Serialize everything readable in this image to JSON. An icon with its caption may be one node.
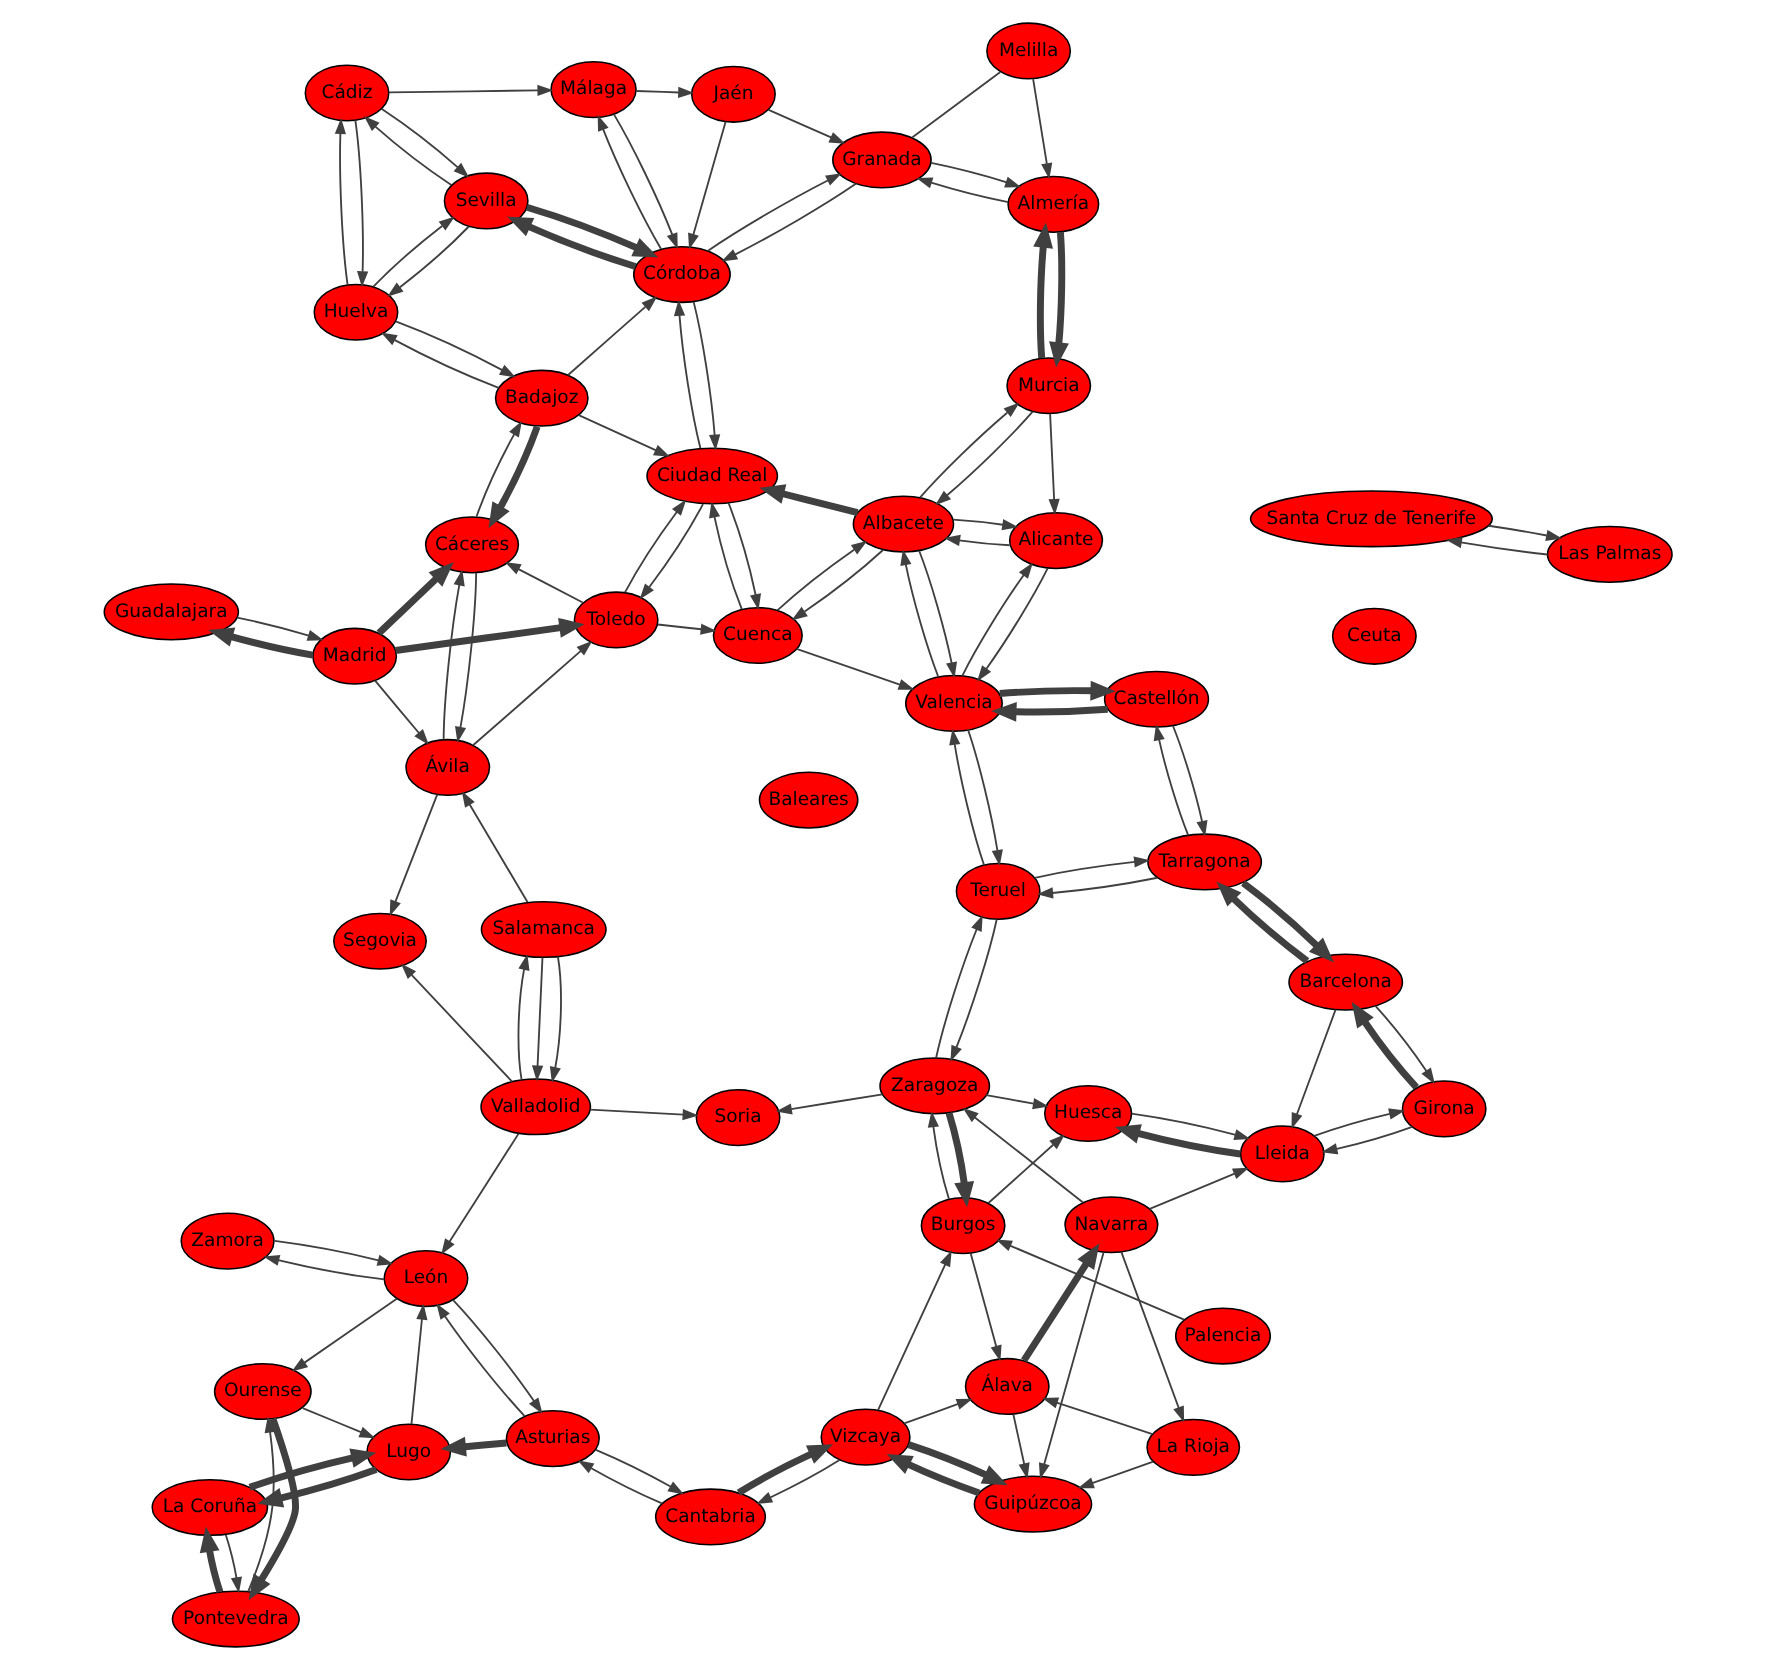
{
  "diagram": {
    "nodes": [
      {
        "text": [
          "Zamora"
        ]
      },
      {
        "text": [
          "Baleares"
        ]
      },
      {
        "text": [
          "Pontevedra"
        ]
      },
      {
        "text": [
          "Ourense"
        ]
      },
      {
        "text": [
          "León"
        ]
      },
      {
        "text": [
          "La Coruña"
        ]
      },
      {
        "text": [
          "Lugo"
        ]
      },
      {
        "text": [
          "Asturias"
        ]
      },
      {
        "text": [
          "Cantabria"
        ]
      },
      {
        "text": [
          "Valladolid"
        ]
      },
      {
        "text": [
          "Vizcaya"
        ]
      },
      {
        "text": [
          "Guipúzcoa"
        ]
      },
      {
        "text": [
          "Segovia"
        ]
      },
      {
        "text": [
          "Salamanca"
        ]
      },
      {
        "text": [
          "Soria"
        ]
      },
      {
        "text": [
          "Álava"
        ]
      },
      {
        "text": [
          "Guadalajara"
        ]
      },
      {
        "text": [
          "La Rioja"
        ]
      },
      {
        "text": [
          "Navarra"
        ]
      },
      {
        "text": [
          "Madrid"
        ]
      },
      {
        "text": [
          "Ávila"
        ]
      },
      {
        "text": [
          "Burgos"
        ]
      },
      {
        "text": [
          "Huesca"
        ]
      },
      {
        "text": [
          "Zaragoza"
        ]
      },
      {
        "text": [
          "Cáceres"
        ]
      },
      {
        "text": [
          "Toledo"
        ]
      },
      {
        "text": [
          "Lleida"
        ]
      },
      {
        "text": [
          "Palencia"
        ]
      },
      {
        "text": [
          "Badajoz"
        ]
      },
      {
        "text": [
          "Teruel"
        ]
      },
      {
        "text": [
          "Girona"
        ]
      },
      {
        "text": [
          "Huelva"
        ]
      },
      {
        "text": [
          "Cuenca"
        ]
      },
      {
        "text": [
          "Ciudad Real"
        ]
      },
      {
        "text": [
          "Barcelona"
        ]
      },
      {
        "text": [
          "Valencia"
        ]
      },
      {
        "text": [
          "Tarragona"
        ]
      },
      {
        "text": [
          "Cádiz"
        ]
      },
      {
        "text": [
          "Sevilla"
        ]
      },
      {
        "text": [
          "Albacete"
        ]
      },
      {
        "text": [
          "Castellón"
        ]
      },
      {
        "text": [
          "Córdoba"
        ]
      },
      {
        "text": [
          "Málaga"
        ]
      },
      {
        "text": [
          "Alicante"
        ]
      },
      {
        "text": [
          "Murcia"
        ]
      },
      {
        "text": [
          "Granada"
        ]
      },
      {
        "text": [
          "Jaén"
        ]
      },
      {
        "text": [
          "Almería"
        ]
      },
      {
        "text": [
          "Melilla"
        ]
      },
      {
        "text": [
          "Santa Cruz de Tenerife"
        ]
      },
      {
        "text": [
          "Las Palmas"
        ]
      },
      {
        "text": [
          "Ceuta"
        ]
      }
    ],
    "edges": [
      {
        "from": 3,
        "to": 2,
        "arrow": "to",
        "style": "thick"
      },
      {
        "from": 2,
        "to": 3,
        "arrow": "to"
      },
      {
        "from": 2,
        "to": 5,
        "arrow": "to",
        "style": "thick"
      },
      {
        "from": 5,
        "to": 2,
        "arrow": "to"
      },
      {
        "from": 6,
        "to": 5,
        "arrow": "to",
        "style": "thick"
      },
      {
        "from": 5,
        "to": 6,
        "arrow": "to",
        "style": "thick"
      },
      {
        "from": 3,
        "to": 6,
        "arrow": "to"
      },
      {
        "from": 4,
        "to": 3,
        "arrow": "to"
      },
      {
        "from": 6,
        "to": 4,
        "arrow": "to"
      },
      {
        "from": 4,
        "to": 0,
        "arrow": "to"
      },
      {
        "from": 0,
        "to": 4,
        "arrow": "to"
      },
      {
        "from": 4,
        "to": 7,
        "arrow": "to"
      },
      {
        "from": 7,
        "to": 4,
        "arrow": "to"
      },
      {
        "from": 7,
        "to": 6,
        "arrow": "to",
        "style": "thick"
      },
      {
        "from": 7,
        "to": 8,
        "arrow": "to"
      },
      {
        "from": 8,
        "to": 7,
        "arrow": "to"
      },
      {
        "from": 8,
        "to": 10,
        "arrow": "to",
        "style": "thick"
      },
      {
        "from": 10,
        "to": 8,
        "arrow": "to"
      },
      {
        "from": 9,
        "to": 4,
        "arrow": "to"
      },
      {
        "from": 9,
        "to": 12,
        "arrow": "to"
      },
      {
        "from": 9,
        "to": 13,
        "arrow": "to"
      },
      {
        "from": 13,
        "to": 9,
        "arrow": "to"
      },
      {
        "from": 13,
        "to": 9,
        "arrow": "to"
      },
      {
        "from": 9,
        "to": 14,
        "arrow": "to"
      },
      {
        "from": 13,
        "to": 20,
        "arrow": "to"
      },
      {
        "from": 20,
        "to": 12,
        "arrow": "to"
      },
      {
        "from": 10,
        "to": 11,
        "arrow": "to",
        "style": "thick"
      },
      {
        "from": 11,
        "to": 10,
        "arrow": "to",
        "style": "thick"
      },
      {
        "from": 10,
        "to": 15,
        "arrow": "to"
      },
      {
        "from": 10,
        "to": 21,
        "arrow": "to"
      },
      {
        "from": 15,
        "to": 11,
        "arrow": "to"
      },
      {
        "from": 18,
        "to": 11,
        "arrow": "to"
      },
      {
        "from": 17,
        "to": 11,
        "arrow": "to"
      },
      {
        "from": 15,
        "to": 18,
        "arrow": "to",
        "style": "thick"
      },
      {
        "from": 17,
        "to": 15,
        "arrow": "to"
      },
      {
        "from": 18,
        "to": 17,
        "arrow": "to"
      },
      {
        "from": 21,
        "to": 15,
        "arrow": "to"
      },
      {
        "from": 18,
        "to": 23,
        "arrow": "to"
      },
      {
        "from": 21,
        "to": 23,
        "arrow": "to"
      },
      {
        "from": 23,
        "to": 21,
        "arrow": "to",
        "style": "thick"
      },
      {
        "from": 21,
        "to": 22,
        "arrow": "to"
      },
      {
        "from": 23,
        "to": 22,
        "arrow": "to"
      },
      {
        "from": 23,
        "to": 14,
        "arrow": "to"
      },
      {
        "from": 18,
        "to": 26,
        "arrow": "to"
      },
      {
        "from": 27,
        "to": 21,
        "arrow": "to"
      },
      {
        "from": 22,
        "to": 26,
        "arrow": "to"
      },
      {
        "from": 26,
        "to": 22,
        "arrow": "to",
        "style": "thick"
      },
      {
        "from": 26,
        "to": 30,
        "arrow": "to"
      },
      {
        "from": 30,
        "to": 26,
        "arrow": "to"
      },
      {
        "from": 30,
        "to": 34,
        "arrow": "to",
        "style": "thick"
      },
      {
        "from": 34,
        "to": 30,
        "arrow": "to"
      },
      {
        "from": 34,
        "to": 26,
        "arrow": "to"
      },
      {
        "from": 34,
        "to": 36,
        "arrow": "to",
        "style": "thick"
      },
      {
        "from": 36,
        "to": 34,
        "arrow": "to",
        "style": "thick"
      },
      {
        "from": 36,
        "to": 29,
        "arrow": "to"
      },
      {
        "from": 29,
        "to": 36,
        "arrow": "to"
      },
      {
        "from": 36,
        "to": 40,
        "arrow": "to"
      },
      {
        "from": 40,
        "to": 36,
        "arrow": "to"
      },
      {
        "from": 23,
        "to": 29,
        "arrow": "to"
      },
      {
        "from": 29,
        "to": 23,
        "arrow": "to"
      },
      {
        "from": 29,
        "to": 35,
        "arrow": "to"
      },
      {
        "from": 35,
        "to": 29,
        "arrow": "to"
      },
      {
        "from": 40,
        "to": 35,
        "arrow": "to",
        "style": "thick"
      },
      {
        "from": 35,
        "to": 40,
        "arrow": "to",
        "style": "thick"
      },
      {
        "from": 35,
        "to": 39,
        "arrow": "to"
      },
      {
        "from": 39,
        "to": 35,
        "arrow": "to"
      },
      {
        "from": 43,
        "to": 35,
        "arrow": "to"
      },
      {
        "from": 35,
        "to": 43,
        "arrow": "to"
      },
      {
        "from": 32,
        "to": 35,
        "arrow": "to"
      },
      {
        "from": 39,
        "to": 32,
        "arrow": "to"
      },
      {
        "from": 32,
        "to": 39,
        "arrow": "to"
      },
      {
        "from": 33,
        "to": 32,
        "arrow": "to"
      },
      {
        "from": 32,
        "to": 33,
        "arrow": "to"
      },
      {
        "from": 25,
        "to": 32,
        "arrow": "to"
      },
      {
        "from": 39,
        "to": 33,
        "arrow": "to",
        "style": "thick"
      },
      {
        "from": 39,
        "to": 44,
        "arrow": "to"
      },
      {
        "from": 44,
        "to": 39,
        "arrow": "to"
      },
      {
        "from": 39,
        "to": 43,
        "arrow": "to"
      },
      {
        "from": 43,
        "to": 39,
        "arrow": "to"
      },
      {
        "from": 44,
        "to": 43,
        "arrow": "to"
      },
      {
        "from": 44,
        "to": 47,
        "arrow": "to",
        "style": "thick"
      },
      {
        "from": 47,
        "to": 44,
        "arrow": "to",
        "style": "thick"
      },
      {
        "from": 47,
        "to": 45,
        "arrow": "to"
      },
      {
        "from": 45,
        "to": 47,
        "arrow": "to"
      },
      {
        "from": 48,
        "to": 47,
        "arrow": "to"
      },
      {
        "from": 48,
        "to": 45,
        "arrow": "none"
      },
      {
        "from": 45,
        "to": 41,
        "arrow": "to"
      },
      {
        "from": 41,
        "to": 45,
        "arrow": "to"
      },
      {
        "from": 46,
        "to": 45,
        "arrow": "to"
      },
      {
        "from": 46,
        "to": 41,
        "arrow": "to"
      },
      {
        "from": 42,
        "to": 46,
        "arrow": "to"
      },
      {
        "from": 42,
        "to": 41,
        "arrow": "to"
      },
      {
        "from": 41,
        "to": 42,
        "arrow": "to"
      },
      {
        "from": 41,
        "to": 38,
        "arrow": "to",
        "style": "thick"
      },
      {
        "from": 38,
        "to": 41,
        "arrow": "to",
        "style": "thick"
      },
      {
        "from": 41,
        "to": 33,
        "arrow": "to"
      },
      {
        "from": 33,
        "to": 41,
        "arrow": "to"
      },
      {
        "from": 28,
        "to": 41,
        "arrow": "to"
      },
      {
        "from": 28,
        "to": 33,
        "arrow": "to"
      },
      {
        "from": 28,
        "to": 31,
        "arrow": "to"
      },
      {
        "from": 31,
        "to": 28,
        "arrow": "to"
      },
      {
        "from": 31,
        "to": 37,
        "arrow": "to"
      },
      {
        "from": 37,
        "to": 31,
        "arrow": "to"
      },
      {
        "from": 38,
        "to": 31,
        "arrow": "to"
      },
      {
        "from": 31,
        "to": 38,
        "arrow": "to"
      },
      {
        "from": 37,
        "to": 38,
        "arrow": "to"
      },
      {
        "from": 38,
        "to": 37,
        "arrow": "to"
      },
      {
        "from": 37,
        "to": 42,
        "arrow": "to"
      },
      {
        "from": 24,
        "to": 28,
        "arrow": "to"
      },
      {
        "from": 28,
        "to": 24,
        "arrow": "to",
        "style": "thick"
      },
      {
        "from": 25,
        "to": 24,
        "arrow": "to"
      },
      {
        "from": 24,
        "to": 20,
        "arrow": "to"
      },
      {
        "from": 20,
        "to": 24,
        "arrow": "to"
      },
      {
        "from": 20,
        "to": 25,
        "arrow": "to"
      },
      {
        "from": 19,
        "to": 16,
        "arrow": "to",
        "style": "thick"
      },
      {
        "from": 16,
        "to": 19,
        "arrow": "to"
      },
      {
        "from": 19,
        "to": 20,
        "arrow": "to"
      },
      {
        "from": 19,
        "to": 25,
        "arrow": "to",
        "style": "thick"
      },
      {
        "from": 19,
        "to": 24,
        "arrow": "to",
        "style": "thick"
      },
      {
        "from": 25,
        "to": 33,
        "arrow": "to"
      },
      {
        "from": 33,
        "to": 25,
        "arrow": "to"
      },
      {
        "from": 49,
        "to": 50,
        "arrow": "to"
      },
      {
        "from": 50,
        "to": 49,
        "arrow": "to"
      }
    ]
  }
}
